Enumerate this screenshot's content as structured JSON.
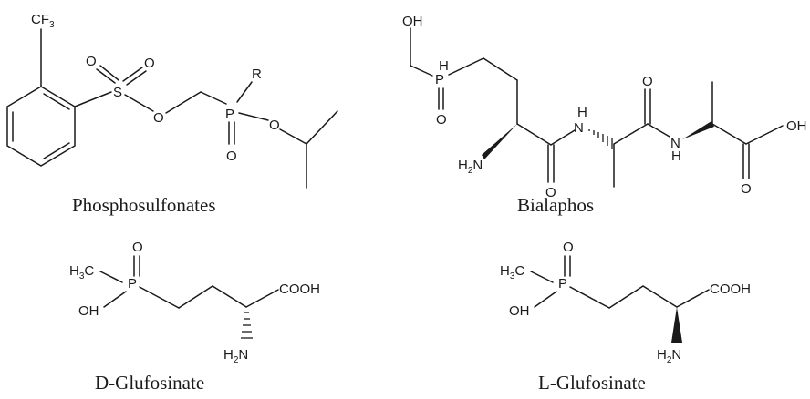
{
  "molecules": [
    {
      "id": "phosphosulfonates",
      "name": "Phosphosulfonates",
      "labels": {
        "cf3": "CF3",
        "r": "R"
      }
    },
    {
      "id": "bialaphos",
      "name": "Bialaphos",
      "labels": {
        "oh": "OH",
        "h2n": "H2N",
        "nh1": "H",
        "nh2": "H"
      }
    },
    {
      "id": "d-glufosinate",
      "name": "D-Glufosinate",
      "labels": {
        "h3c": "H3C",
        "oh": "OH",
        "cooh": "COOH",
        "h2n": "H2N"
      }
    },
    {
      "id": "l-glufosinate",
      "name": "L-Glufosinate",
      "labels": {
        "h3c": "H3C",
        "oh": "OH",
        "cooh": "COOH",
        "h2n": "H2N"
      }
    }
  ],
  "atoms": {
    "o": "O",
    "s": "S",
    "p": "P",
    "n": "N",
    "h": "H"
  }
}
